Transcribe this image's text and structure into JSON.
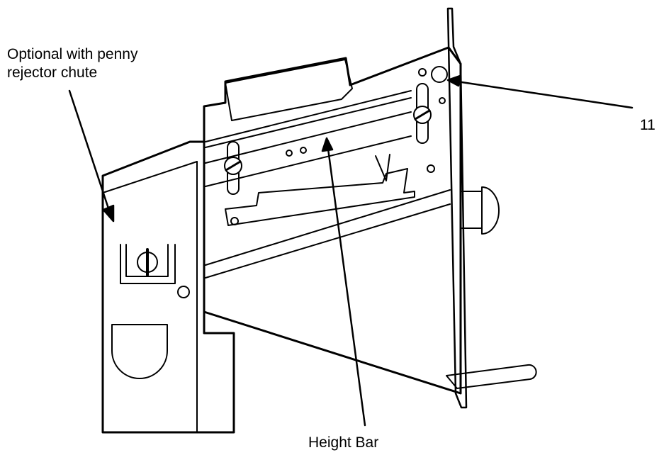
{
  "labels": {
    "optional_line1": "Optional with penny",
    "optional_line2": "rejector chute",
    "callout_number": "11",
    "height_bar": "Height Bar"
  },
  "colors": {
    "line": "#000000",
    "background": "#ffffff"
  }
}
